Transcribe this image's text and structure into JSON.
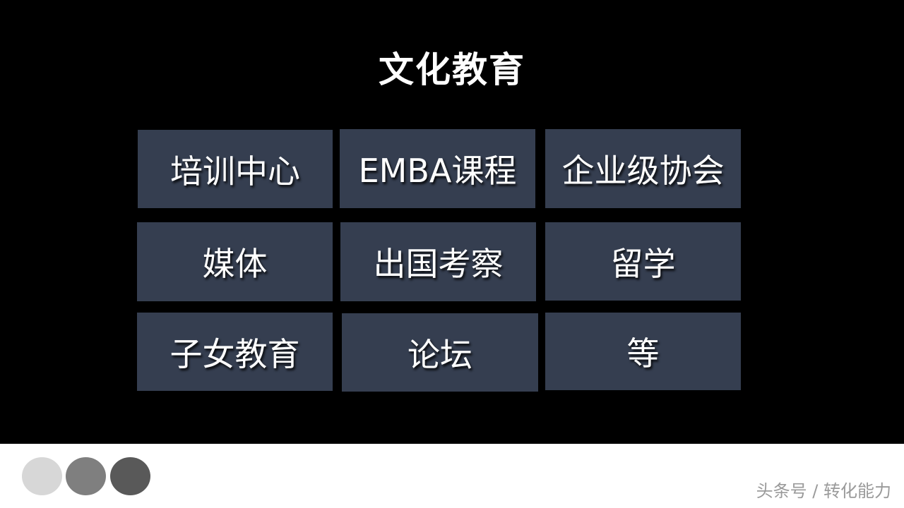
{
  "slide": {
    "title": "文化教育",
    "tile_color": "#353e50",
    "tiles": [
      {
        "label": "培训中心"
      },
      {
        "label": "EMBA课程"
      },
      {
        "label": "企业级协会"
      },
      {
        "label": "媒体"
      },
      {
        "label": "出国考察"
      },
      {
        "label": "留学"
      },
      {
        "label": "子女教育"
      },
      {
        "label": "论坛"
      },
      {
        "label": "等"
      }
    ]
  },
  "footer": {
    "dot_colors": [
      "#d7d7d7",
      "#7f7f7f",
      "#595959"
    ],
    "watermark": "头条号 / 转化能力"
  }
}
